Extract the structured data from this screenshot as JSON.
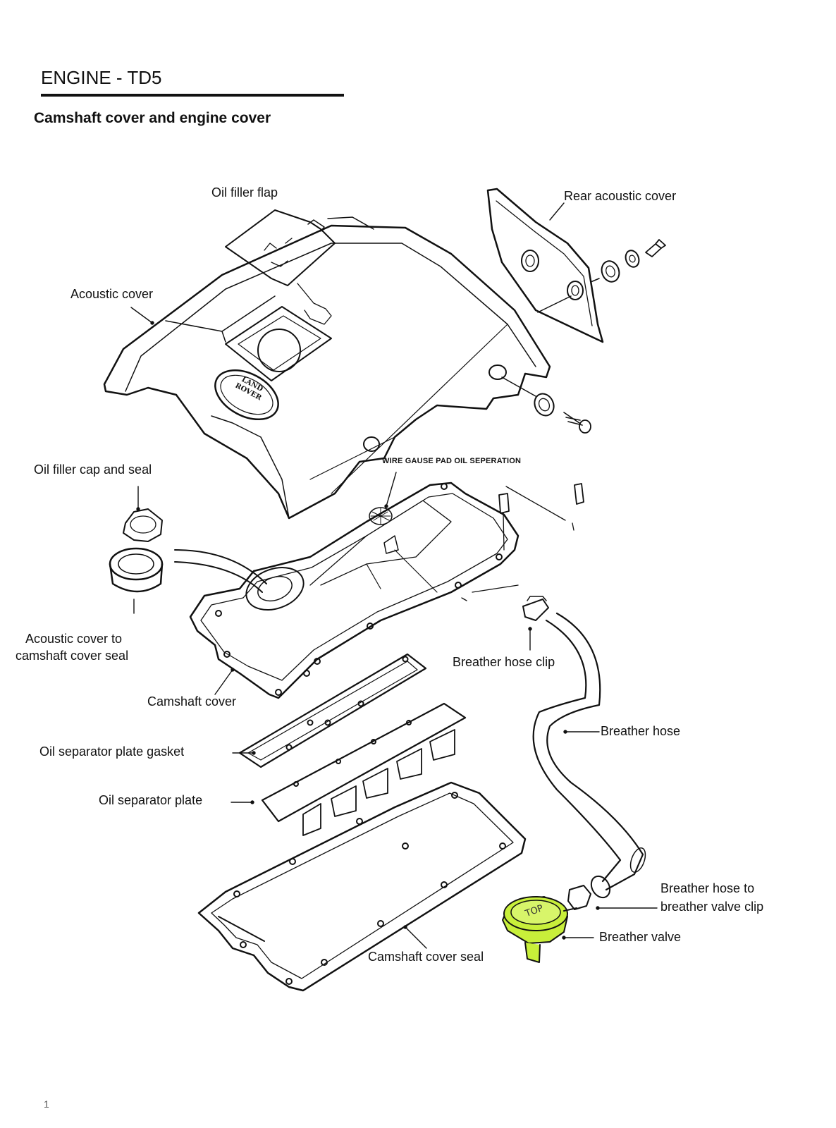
{
  "header": {
    "section": "ENGINE - TD5",
    "title": "Camshaft cover and engine cover"
  },
  "logo_text": [
    "LAND",
    "ROVER"
  ],
  "labels": {
    "oil_filler_flap": "Oil filler flap",
    "rear_acoustic_cover": "Rear acoustic cover",
    "acoustic_cover": "Acoustic cover",
    "oil_filler_cap_and_seal": "Oil filler cap and seal",
    "wire_gause_pad": "WIRE GAUSE PAD OIL SEPERATION",
    "acoustic_seal_line1": "Acoustic cover to",
    "acoustic_seal_line2": "camshaft cover seal",
    "breather_hose_clip": "Breather hose clip",
    "camshaft_cover": "Camshaft cover",
    "breather_hose": "Breather hose",
    "oil_separator_plate_gasket": "Oil separator plate gasket",
    "oil_separator_plate": "Oil separator plate",
    "breather_valve_clip_line1": "Breather hose to",
    "breather_valve_clip_line2": "breather valve clip",
    "breather_valve": "Breather valve",
    "camshaft_cover_seal": "Camshaft cover seal",
    "breather_valve_top": "TOP"
  },
  "page_number": "1",
  "colors": {
    "highlight": "#c8ef3a",
    "line": "#111111"
  }
}
